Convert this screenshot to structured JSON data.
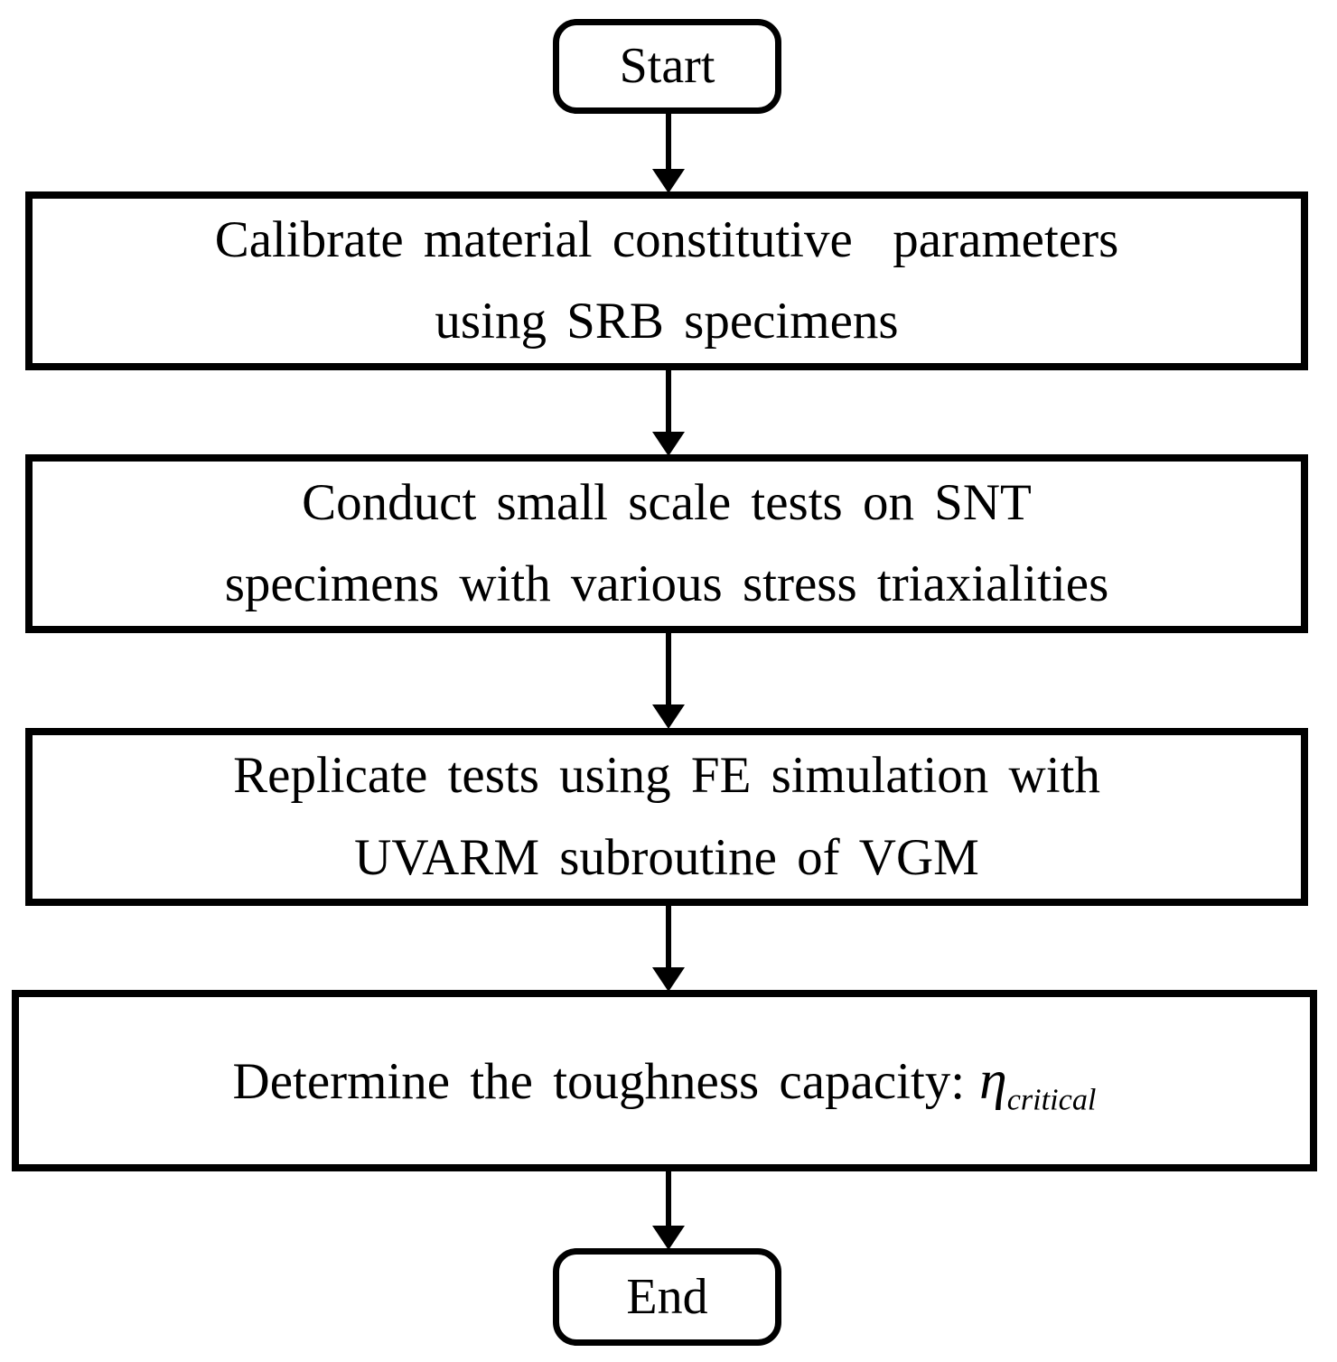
{
  "flowchart": {
    "colors": {
      "line": "#000000",
      "text": "#000000",
      "background": "#ffffff"
    },
    "nodes": [
      {
        "id": "start",
        "type": "terminator",
        "label": "Start"
      },
      {
        "id": "step1",
        "type": "process",
        "lines": [
          "Calibrate material constitutive  parameters",
          "using SRB specimens"
        ]
      },
      {
        "id": "step2",
        "type": "process",
        "lines": [
          "Conduct small scale tests on SNT",
          "specimens with various stress triaxialities"
        ]
      },
      {
        "id": "step3",
        "type": "process",
        "lines": [
          "Replicate tests using FE simulation with",
          "UVARM subroutine of VGM"
        ]
      },
      {
        "id": "step4",
        "type": "process",
        "text_prefix": "Determine the toughness capacity:",
        "symbol": "η",
        "symbol_subscript": "critical"
      },
      {
        "id": "end",
        "type": "terminator",
        "label": "End"
      }
    ],
    "edges": [
      {
        "from": "start",
        "to": "step1"
      },
      {
        "from": "step1",
        "to": "step2"
      },
      {
        "from": "step2",
        "to": "step3"
      },
      {
        "from": "step3",
        "to": "step4"
      },
      {
        "from": "step4",
        "to": "end"
      }
    ]
  }
}
